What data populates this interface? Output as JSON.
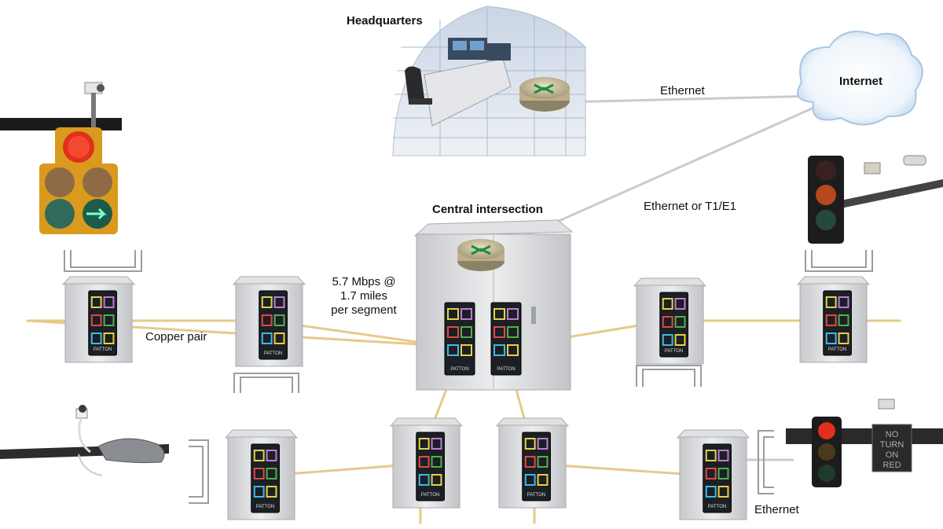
{
  "labels": {
    "headquarters": "Headquarters",
    "internet": "Internet",
    "ethernet_top": "Ethernet",
    "ethernet_or_t1": "Ethernet or T1/E1",
    "central_intersection": "Central intersection",
    "rate_line1": "5.7 Mbps @",
    "rate_line2": "1.7 miles",
    "rate_line3": "per segment",
    "copper_pair": "Copper pair",
    "ethernet_bottom": "Ethernet"
  },
  "device_brand": "PATTON",
  "sign": {
    "line1": "NO",
    "line2": "TURN",
    "line3": "ON",
    "line4": "RED"
  },
  "colors": {
    "copper_line": "#e8c98a",
    "cabinet": "#d9dbdd",
    "modem": "#1c1f24",
    "sky_cloud": "#cfe3f5",
    "red_light": "#e0301c",
    "amber_housing": "#d99a1e",
    "green_light": "#2ea86a"
  },
  "icons": [
    "traffic-light-icon",
    "camera-icon",
    "street-lamp-icon",
    "router-icon",
    "cloud-icon",
    "building-icon",
    "cabinet-icon",
    "modem-icon",
    "no-turn-on-red-sign-icon"
  ]
}
